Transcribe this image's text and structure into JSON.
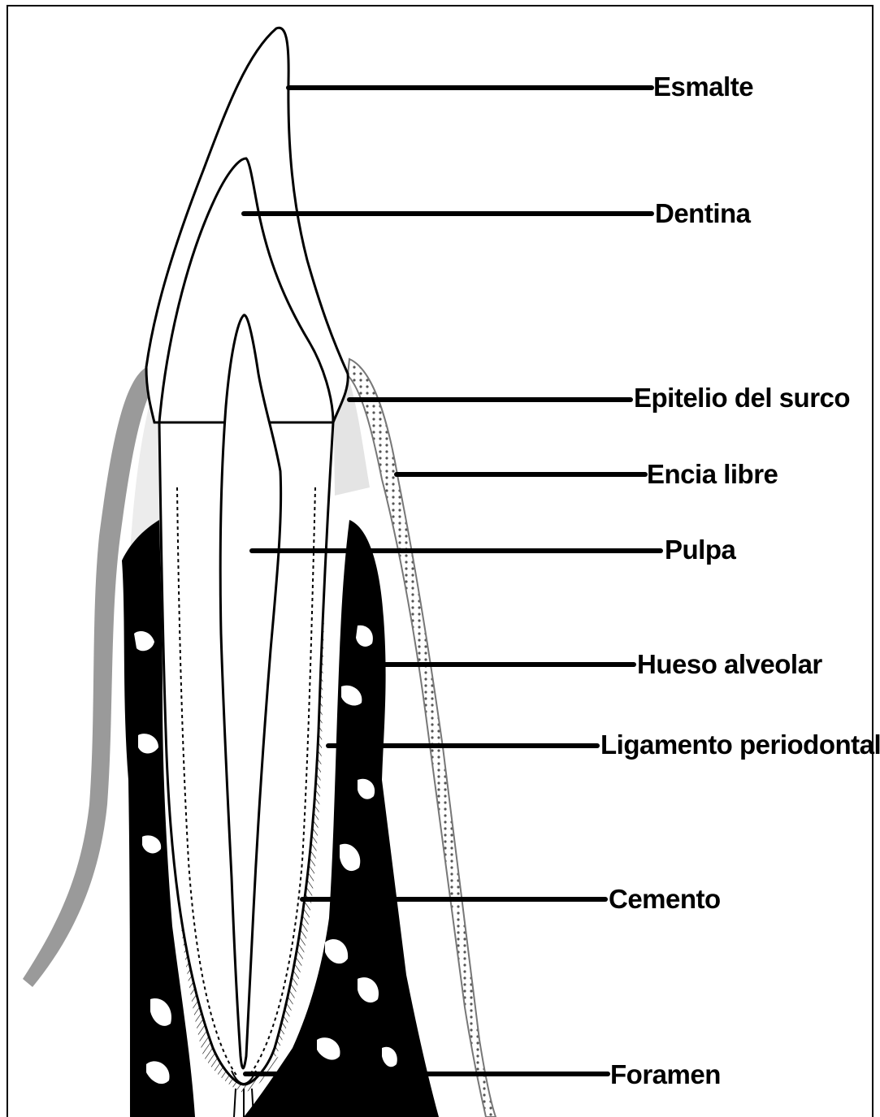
{
  "diagram": {
    "labels": [
      {
        "id": "esmalte",
        "text": "Esmalte"
      },
      {
        "id": "dentina",
        "text": "Dentina"
      },
      {
        "id": "epitelio",
        "text": "Epitelio del surco"
      },
      {
        "id": "encia",
        "text": "Encia libre"
      },
      {
        "id": "pulpa",
        "text": "Pulpa"
      },
      {
        "id": "hueso",
        "text": "Hueso alveolar"
      },
      {
        "id": "ligamento",
        "text": "Ligamento periodontal"
      },
      {
        "id": "cemento",
        "text": "Cemento"
      },
      {
        "id": "foramen",
        "text": "Foramen"
      }
    ]
  },
  "colors": {
    "ink": "#000000",
    "gum_gray": "#9a9a9a",
    "gum_shade": "#ececec",
    "background": "#ffffff"
  }
}
